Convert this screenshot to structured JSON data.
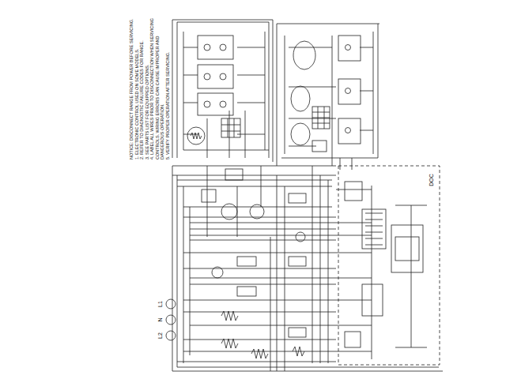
{
  "diagram": {
    "labels": [
      "NOTICE: DISCONNECT RANGE FROM POWER BEFORE SERVICING.",
      "1. ELECTRONIC CONTROL USED ON SOME MODELS.",
      "2. REFER TO DIAGNOSTIC FAILURE CODES FOR RANGE.",
      "3. SEE PARTS LIST FOR EQUIPPED OPTIONS.",
      "4. LABEL ALL WIRES PRIOR TO DISCONNECTION WHEN SERVICING CONTROLS. WIRING ERRORS CAN CAUSE IMPROPER AND DANGEROUS OPERATION.",
      "5. VERIFY PROPER OPERATION AFTER SERVICING.",
      "DOC",
      "L1",
      "N",
      "L2"
    ]
  }
}
